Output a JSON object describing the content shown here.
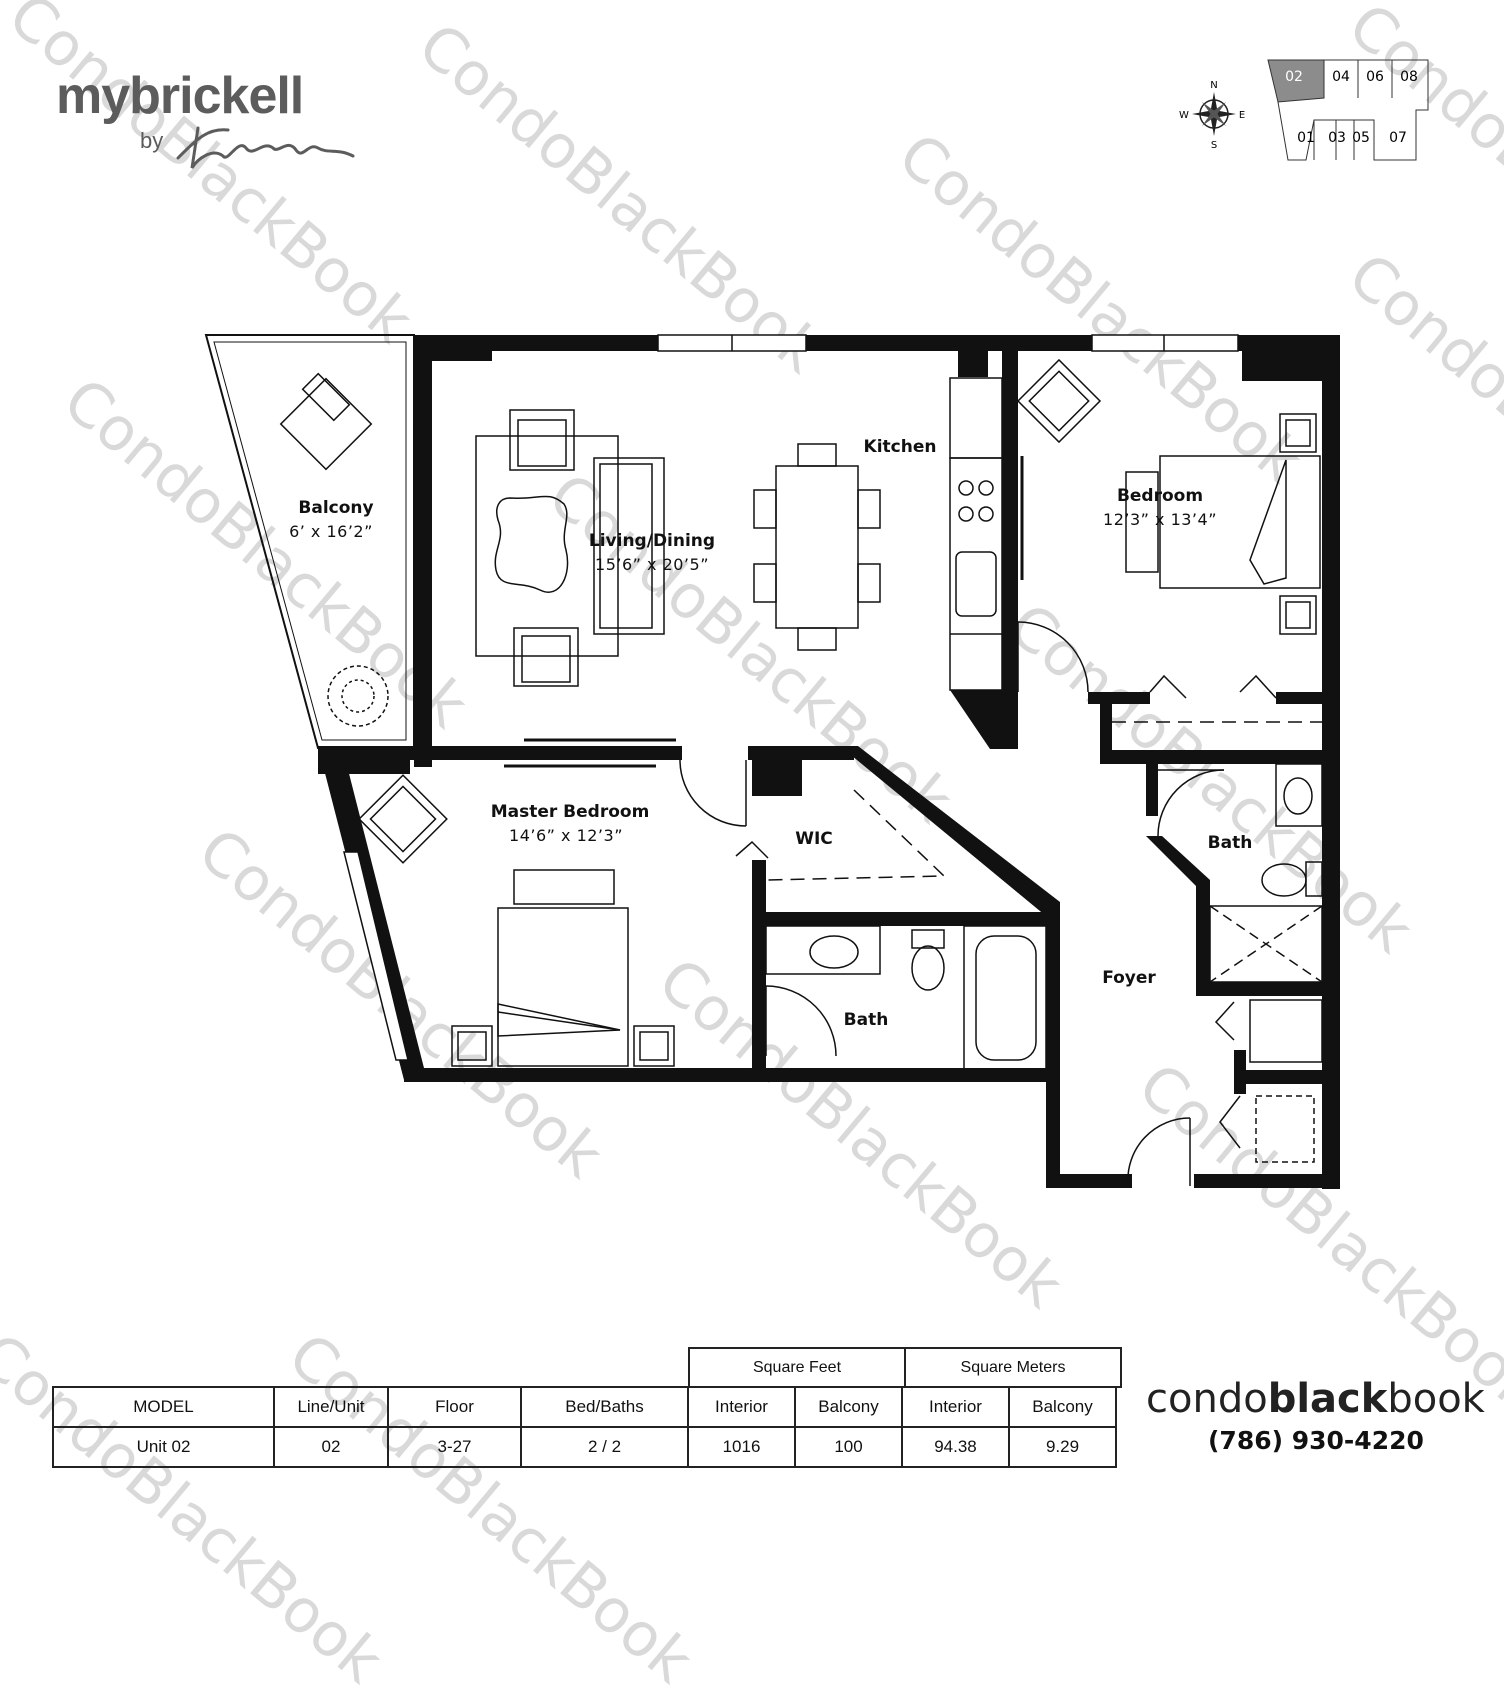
{
  "brand": {
    "name": "mybrickell",
    "by": "by"
  },
  "watermark": "CondoBlackBook",
  "compass": {
    "n": "N",
    "s": "S",
    "e": "E",
    "w": "W"
  },
  "keyplan": {
    "units_top": [
      "02",
      "04",
      "06",
      "08"
    ],
    "units_bottom": [
      "01",
      "03",
      "05",
      "07"
    ],
    "selected": "02"
  },
  "rooms": {
    "balcony": {
      "name": "Balcony",
      "dim": "6’ x 16’2”"
    },
    "living": {
      "name": "Living/Dining",
      "dim": "15’6” x 20’5”"
    },
    "kitchen": {
      "name": "Kitchen"
    },
    "bedroom": {
      "name": "Bedroom",
      "dim": "12’3” x 13’4”"
    },
    "master": {
      "name": "Master Bedroom",
      "dim": "14’6” x 12’3”"
    },
    "wic": {
      "name": "WIC"
    },
    "bath1": {
      "name": "Bath"
    },
    "bath2": {
      "name": "Bath"
    },
    "foyer": {
      "name": "Foyer"
    }
  },
  "table": {
    "group_headers": {
      "sqft": "Square Feet",
      "sqm": "Square Meters"
    },
    "headers": {
      "model": "MODEL",
      "line": "Line/Unit",
      "floor": "Floor",
      "bedbath": "Bed/Baths",
      "sqft_int": "Interior",
      "sqft_bal": "Balcony",
      "sqm_int": "Interior",
      "sqm_bal": "Balcony"
    },
    "values": {
      "model": "Unit 02",
      "line": "02",
      "floor": "3-27",
      "bedbath": "2 / 2",
      "sqft_int": "1016",
      "sqft_bal": "100",
      "sqm_int": "94.38",
      "sqm_bal": "9.29"
    }
  },
  "footer": {
    "logo_a": "condo",
    "logo_b": "black",
    "logo_c": "book",
    "phone": "(786) 930-4220"
  }
}
